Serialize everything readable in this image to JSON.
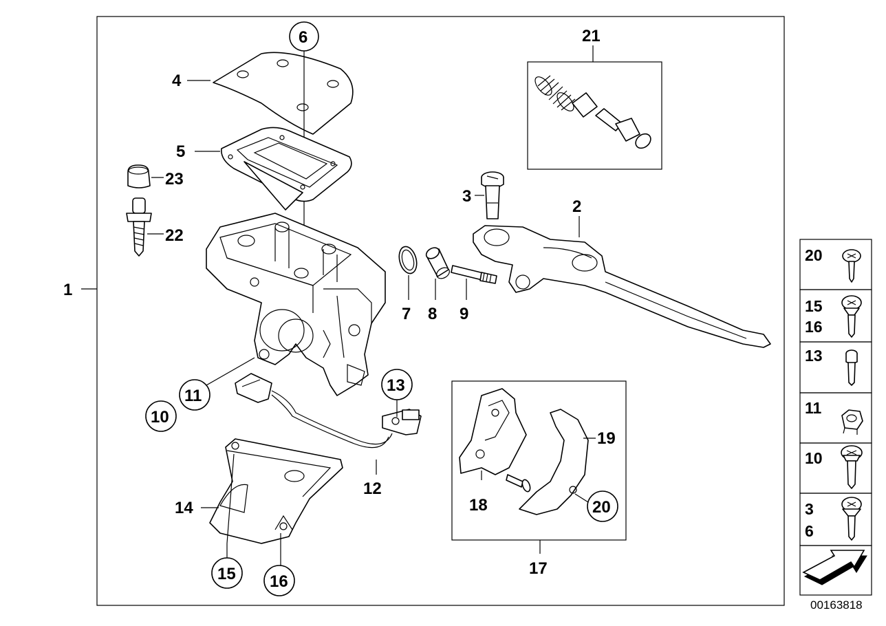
{
  "diagram": {
    "image_code": "00163818",
    "callouts": {
      "c1": "1",
      "c2": "2",
      "c3": "3",
      "c4": "4",
      "c5": "5",
      "c6": "6",
      "c7": "7",
      "c8": "8",
      "c9": "9",
      "c10": "10",
      "c11": "11",
      "c12": "12",
      "c13": "13",
      "c14": "14",
      "c15": "15",
      "c16": "16",
      "c17": "17",
      "c18": "18",
      "c19": "19",
      "c20": "20",
      "c21": "21",
      "c22": "22",
      "c23": "23"
    },
    "legend": [
      {
        "labels": [
          "20"
        ],
        "icon": "round-head-screw-icon"
      },
      {
        "labels": [
          "15",
          "16"
        ],
        "icon": "countersunk-screw-icon"
      },
      {
        "labels": [
          "13"
        ],
        "icon": "socket-cap-screw-icon"
      },
      {
        "labels": [
          "11"
        ],
        "icon": "hex-nut-icon"
      },
      {
        "labels": [
          "10"
        ],
        "icon": "flat-head-screw-icon"
      },
      {
        "labels": [
          "3",
          "6"
        ],
        "icon": "phillips-screw-icon"
      }
    ],
    "nav_icon": "next-arrow-icon"
  }
}
